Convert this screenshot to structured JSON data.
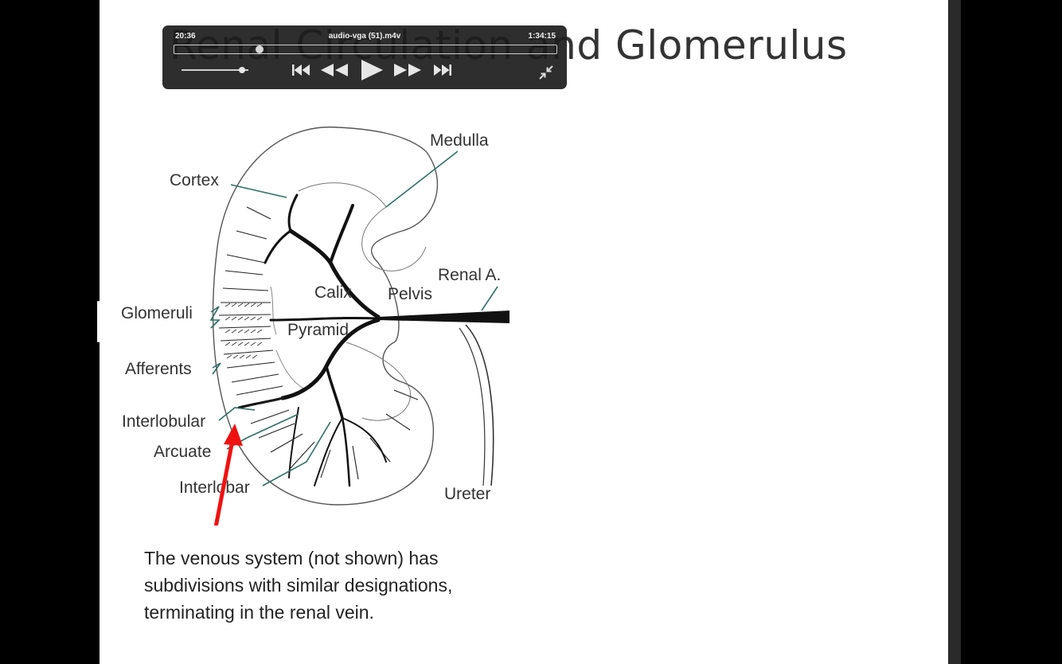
{
  "slide": {
    "title": "Renal Circulation and Glomerulus",
    "caption_lines": [
      "The venous system (not shown) has",
      "subdivisions with similar designations,",
      "terminating in the renal vein."
    ]
  },
  "diagram": {
    "labels": {
      "medulla": "Medulla",
      "cortex": "Cortex",
      "renal_a": "Renal A.",
      "calix": "Calix",
      "pelvis": "Pelvis",
      "glomeruli": "Glomeruli",
      "pyramid": "Pyramid",
      "afferents": "Afferents",
      "interlobular": "Interlobular",
      "arcuate": "Arcuate",
      "interlobar": "Interlobar",
      "ureter": "Ureter"
    },
    "arrow_color": "#ee1111"
  },
  "player": {
    "elapsed": "20:36",
    "filename": "audio-vga (51).m4v",
    "total": "1:34:15",
    "progress": 0.218,
    "volume": 0.95
  },
  "colors": {
    "background": "#000000",
    "slide": "#ffffff",
    "player_bg": "#1c1c1c",
    "vessel": "#111111",
    "leader_line": "#2e6f64"
  }
}
